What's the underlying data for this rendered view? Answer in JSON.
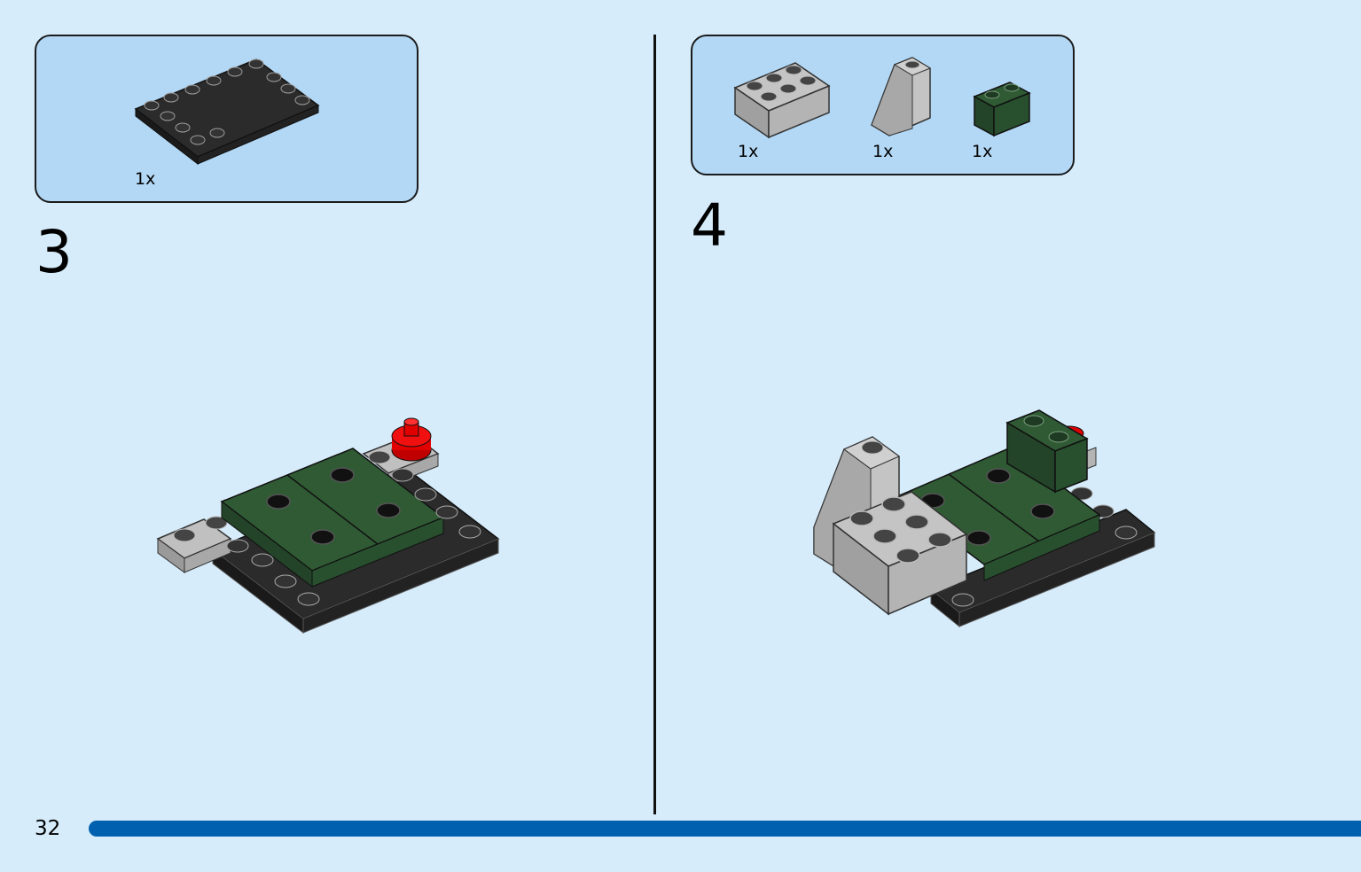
{
  "steps": [
    {
      "number": "3",
      "parts": [
        {
          "name": "plate-4x6-black",
          "qty": "1x"
        }
      ]
    },
    {
      "number": "4",
      "parts": [
        {
          "name": "brick-2x3-light-grey",
          "qty": "1x"
        },
        {
          "name": "slope-1x2x3-light-grey",
          "qty": "1x"
        },
        {
          "name": "brick-1x2-dark-green",
          "qty": "1x"
        }
      ]
    }
  ],
  "page": {
    "number": "32"
  },
  "colors": {
    "background": "#d6ecfb",
    "parts_box": "#b3d8f5",
    "black_part": "#2b2b2b",
    "grey_part": "#b4b4b4",
    "green_part": "#2f5a34",
    "red_part": "#e00000",
    "page_bar": "#0060b0"
  }
}
